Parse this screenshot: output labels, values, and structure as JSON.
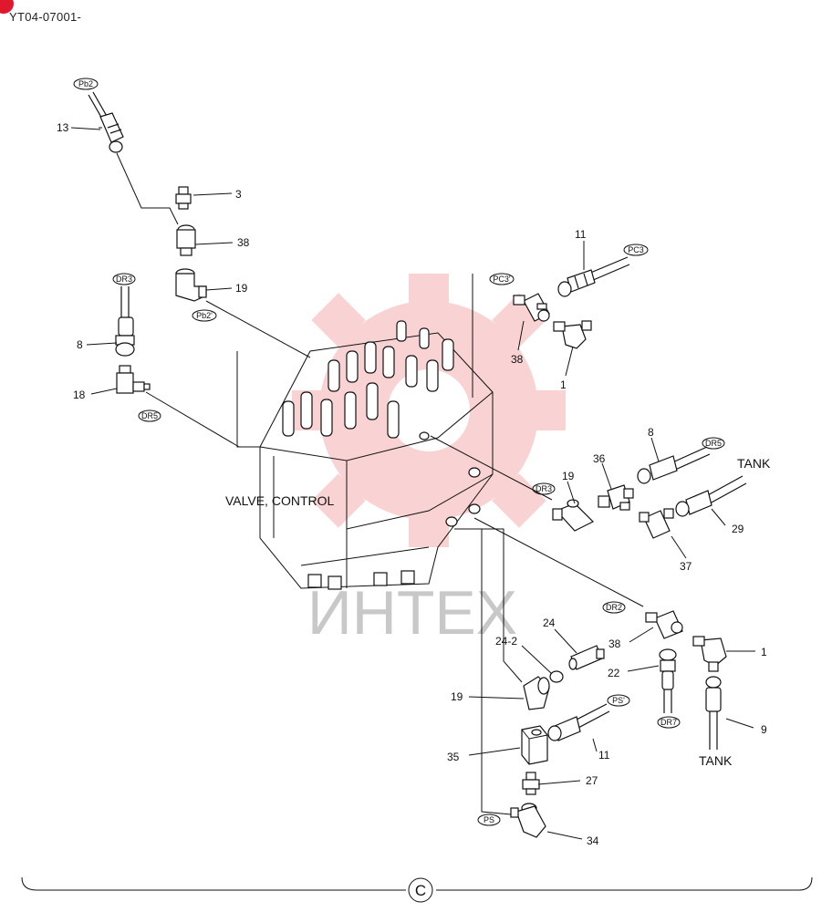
{
  "header": {
    "doc_code": "YT04-07001-"
  },
  "watermark": {
    "text": "ИНТЕХ",
    "color": "#e8383f"
  },
  "title": "VALVE, CONTROL",
  "footer": {
    "symbol": "C"
  },
  "ports": {
    "pb2_top": "Pb2",
    "pb2_mid": "Pb2'",
    "dr3_left": "DR3",
    "dr5_left": "DR5",
    "pc3_top": "PC3",
    "pc3_mid": "PC3'",
    "dr3_mid": "DR3",
    "dr5_right": "DR5",
    "dr2": "DR2",
    "dr7": "DR7",
    "ps_mid": "PS'",
    "ps_bot": "PS"
  },
  "callouts": {
    "c13": "13",
    "c3": "3",
    "c38a": "38",
    "c19a": "19",
    "c8a": "8",
    "c18": "18",
    "c11a": "11",
    "c38b": "38",
    "c1a": "1",
    "c19b": "19",
    "c36": "36",
    "c8b": "8",
    "c37": "37",
    "c29": "29",
    "c24": "24",
    "c24_2": "24-2",
    "c38c": "38",
    "c22": "22",
    "c1b": "1",
    "c19c": "19",
    "c35": "35",
    "c11b": "11",
    "c9": "9",
    "c27": "27",
    "c34": "34"
  },
  "tank_labels": {
    "right": "TANK",
    "bottom": "TANK"
  }
}
